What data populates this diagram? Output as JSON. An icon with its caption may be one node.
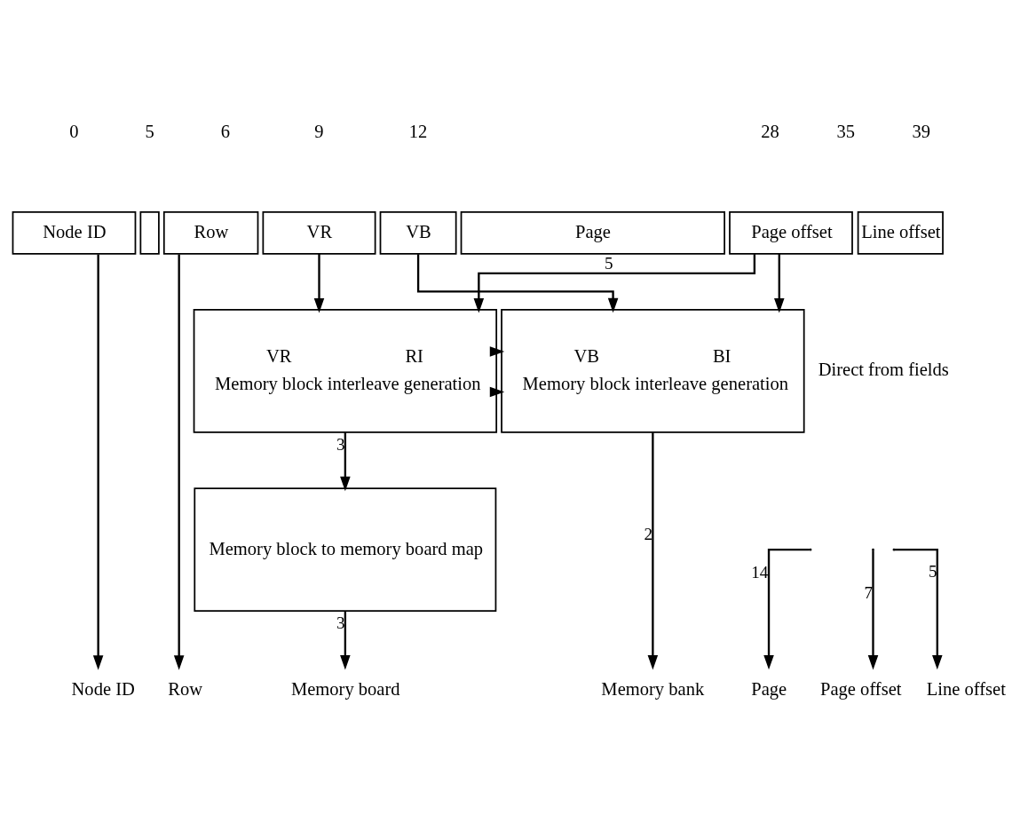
{
  "diagram": {
    "nodes": [
      {
        "text": [
          "Node ID"
        ]
      },
      {
        "text": [],
        "shape": "box"
      },
      {
        "text": [
          "Row"
        ]
      },
      {
        "text": [
          "VR"
        ]
      },
      {
        "text": [
          "VB"
        ]
      },
      {
        "text": [
          "Page"
        ]
      },
      {
        "text": [
          "Page offset"
        ]
      },
      {
        "text": [
          "Line offset"
        ]
      },
      {
        "text": [
          "VR",
          "RI",
          "Memory block interleave generation"
        ]
      },
      {
        "text": [
          "VB",
          "BI",
          "Memory block interleave generation"
        ]
      },
      {
        "text": [
          "Memory block to memory board map"
        ]
      },
      {
        "text": [
          "Node ID"
        ]
      },
      {
        "text": [
          "Row"
        ]
      },
      {
        "text": [
          "Memory board"
        ]
      },
      {
        "text": [
          "Memory bank"
        ]
      },
      {
        "text": [
          "Page"
        ]
      },
      {
        "text": [
          "Page offset"
        ]
      },
      {
        "text": [
          "Line offset"
        ]
      }
    ],
    "edges": [
      {
        "from": 0,
        "to": 11,
        "arrow": "to"
      },
      {
        "from": 2,
        "to": 12,
        "arrow": "to"
      },
      {
        "from": 3,
        "to": 8,
        "arrow": "to"
      },
      {
        "from": 4,
        "to": 9,
        "arrow": "to"
      },
      {
        "from": 6,
        "to": 8,
        "arrow": "to",
        "label": "5"
      },
      {
        "from": 6,
        "to": 9,
        "arrow": "to"
      },
      {
        "from": 8,
        "to": 9,
        "arrow": "to"
      },
      {
        "from": 8,
        "to": 9,
        "arrow": "to"
      },
      {
        "from": 8,
        "to": 10,
        "arrow": "to",
        "label": "3"
      },
      {
        "from": 10,
        "to": 13,
        "arrow": "to",
        "label": "3"
      },
      {
        "from": 9,
        "to": 14,
        "arrow": "to",
        "label": "2"
      },
      {
        "from": null,
        "to": 15,
        "arrow": "to",
        "label": "14"
      },
      {
        "from": null,
        "to": 16,
        "arrow": "to",
        "label": "7"
      },
      {
        "from": null,
        "to": 17,
        "arrow": "to",
        "label": "5"
      }
    ],
    "labels": [
      "0",
      "5",
      "6",
      "9",
      "12",
      "28",
      "35",
      "39",
      "Direct from fields"
    ]
  }
}
